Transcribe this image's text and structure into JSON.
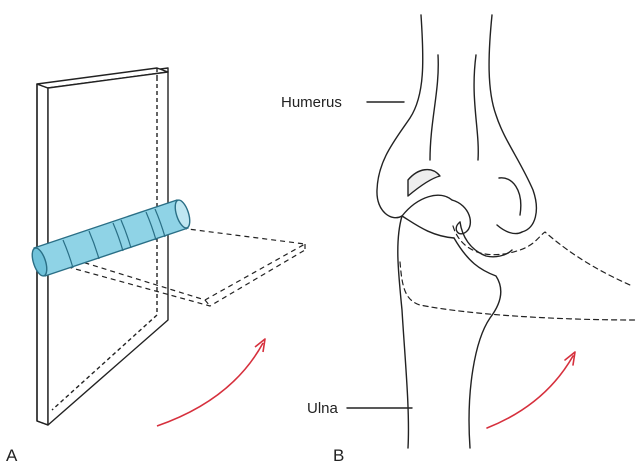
{
  "panels": {
    "a": "A",
    "b": "B"
  },
  "labels": {
    "humerus": "Humerus",
    "ulna": "Ulna"
  },
  "colors": {
    "axle_fill": "#8fd3e6",
    "axle_stroke": "#2a6f86",
    "arrow": "#d6303d",
    "line": "#222222"
  }
}
